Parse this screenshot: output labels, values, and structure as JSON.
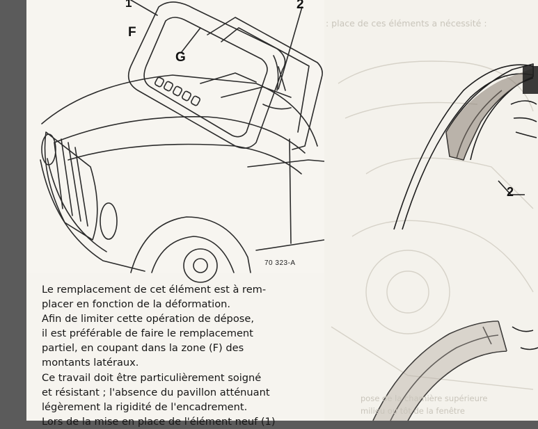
{
  "figure_left": {
    "callouts": {
      "one": "1",
      "two": "2",
      "f": "F",
      "g": "G"
    },
    "reference": "70 323-A"
  },
  "figure_right": {
    "callouts": {
      "two": "2"
    }
  },
  "ghost_text": {
    "top": ": place de ces éléments a nécessité :",
    "bottom_1": "pose de la charnière supérieure",
    "bottom_2": "milieu ou tôt de la fenêtre"
  },
  "body": {
    "lines": [
      "Le remplacement de cet élément est à rem-",
      "placer en fonction de la déformation.",
      "Afin de limiter cette opération de dépose,",
      "il est préférable de faire  le remplacement",
      "partiel, en coupant dans la zone (F) des",
      "montants latéraux.",
      "Ce travail doit être particulièrement soigné",
      "et résistant ; l'absence du pavillon atténuant",
      "légèrement la rigidité de l'encadrement.",
      "Lors de la mise en place de l'élément neuf (1)"
    ]
  }
}
